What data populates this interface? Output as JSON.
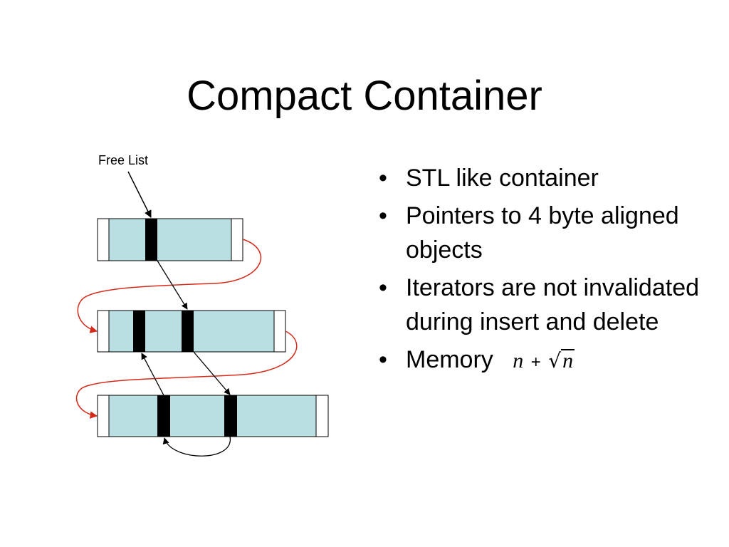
{
  "slide": {
    "title": "Compact Container"
  },
  "diagram": {
    "free_list_label": "Free List",
    "colors": {
      "block_fill": "#b9dfe3",
      "slot_fill": "#000000",
      "cap_fill": "#ffffff",
      "link_arrow": "#d42a1a",
      "pointer_arrow": "#000000"
    }
  },
  "bullets": {
    "symbol": "•",
    "items": [
      "STL like container",
      "Pointers to 4 byte aligned objects",
      "Iterators are not invalidated during insert and delete",
      "Memory"
    ],
    "memory_formula": {
      "first": "n",
      "operator": "+",
      "radicand": "n"
    }
  }
}
